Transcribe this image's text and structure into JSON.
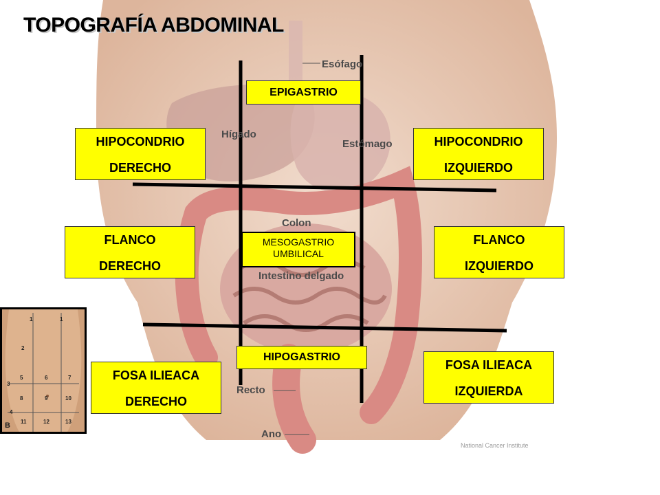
{
  "title": "TOPOGRAFÍA ABDOMINAL",
  "organ_labels": {
    "esofago": "Esófago",
    "higado": "Hígado",
    "estomago": "Estómago",
    "colon": "Colon",
    "intestino_delgado": "Intestino delgado",
    "recto": "Recto",
    "ano": "Ano"
  },
  "credit": "National Cancer Institute",
  "regions": {
    "epigastrio": [
      "EPIGASTRIO"
    ],
    "hipocondrio_derecho": [
      "HIPOCONDRIO",
      "DERECHO"
    ],
    "hipocondrio_izquierdo": [
      "HIPOCONDRIO",
      "IZQUIERDO"
    ],
    "flanco_derecho": [
      "FLANCO",
      "DERECHO"
    ],
    "flanco_izquierdo": [
      "FLANCO",
      "IZQUIERDO"
    ],
    "mesogastrio": [
      "MESOGASTRIO",
      "UMBILICAL"
    ],
    "hipogastrio": [
      "HIPOGASTRIO"
    ],
    "fosa_derecha": [
      "FOSA ILIEACA",
      "DERECHO"
    ],
    "fosa_izquierda": [
      "FOSA ILIEACA",
      "IZQUIERDA"
    ]
  },
  "inset": {
    "labels": [
      "1",
      "1",
      "2",
      "3",
      "4",
      "5",
      "6",
      "7",
      "8",
      "9",
      "10",
      "11",
      "12",
      "13",
      "B"
    ]
  },
  "colors": {
    "label_box": "#ffff00",
    "divider_line": "#000000",
    "colon": "#d98a84",
    "skin": "#e9c9b6"
  }
}
